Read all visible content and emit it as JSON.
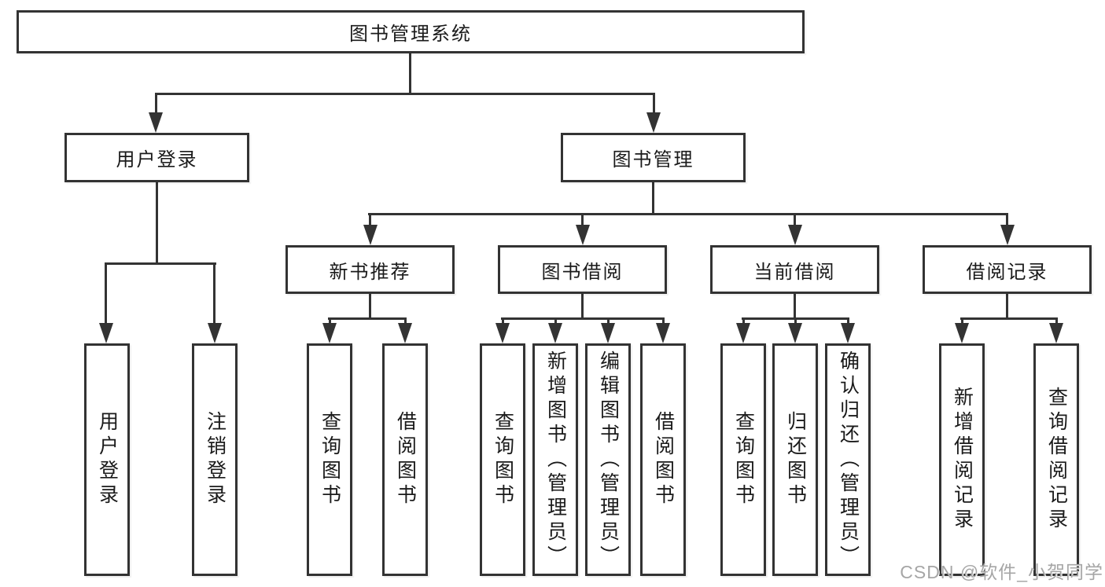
{
  "diagram": {
    "root": "图书管理系统",
    "level2": {
      "user_login": "用户登录",
      "book_mgmt": "图书管理"
    },
    "level3": {
      "new_book_rec": "新书推荐",
      "book_borrowing": "图书借阅",
      "current_borrowing": "当前借阅",
      "borrowing_records": "借阅记录"
    },
    "leaves": {
      "user_login": [
        "用户登录",
        "注销登录"
      ],
      "new_book_rec": [
        "查询图书",
        "借阅图书"
      ],
      "book_borrowing": [
        "查询图书",
        "新增图书（管理员）",
        "编辑图书（管理员）",
        "借阅图书"
      ],
      "current_borrowing": [
        "查询图书",
        "归还图书",
        "确认归还（管理员）"
      ],
      "borrowing_records": [
        "新增借阅记录",
        "查询借阅记录"
      ]
    }
  },
  "watermark": "CSDN @软件_小贺同学",
  "colors": {
    "line": "#333333",
    "box_background": "#ffffff",
    "text": "#1a1a1a",
    "watermark": "#a6a6a6"
  }
}
